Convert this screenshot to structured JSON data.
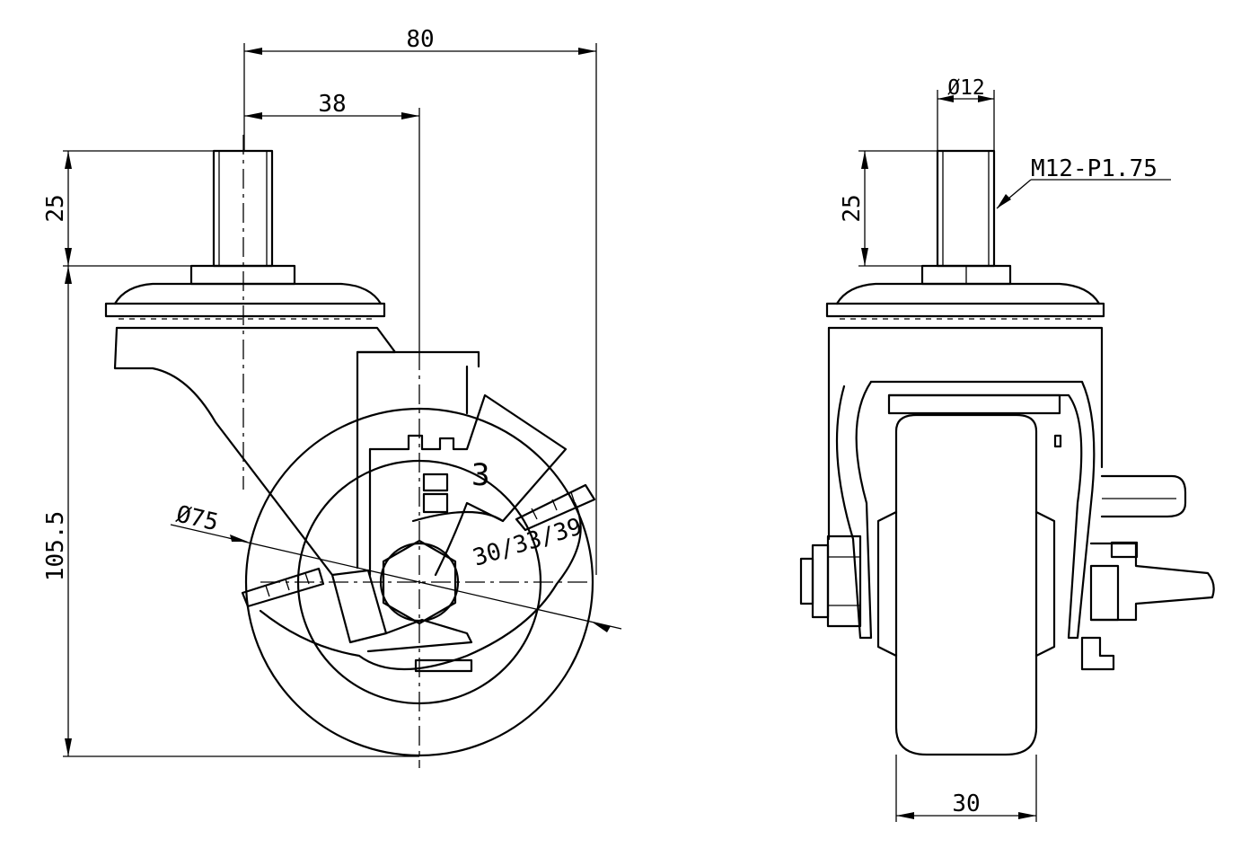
{
  "side_view": {
    "overall_width": "80",
    "axis_offset": "38",
    "thread_length": "25",
    "overall_height": "105.5",
    "wheel_diameter": "Ø75",
    "hub_lengths": "30/33/39",
    "bracket_mark": "3"
  },
  "front_view": {
    "stud_diameter": "Ø12",
    "thread_spec": "M12-P1.75",
    "thread_length": "25",
    "wheel_width": "30"
  }
}
